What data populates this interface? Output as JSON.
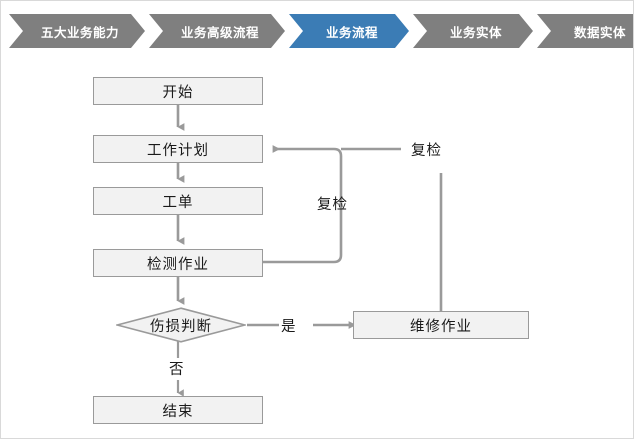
{
  "breadcrumb": {
    "items": [
      {
        "label": "五大业务能力",
        "state": "inactive"
      },
      {
        "label": "业务高级流程",
        "state": "inactive"
      },
      {
        "label": "业务流程",
        "state": "active"
      },
      {
        "label": "业务实体",
        "state": "inactive"
      },
      {
        "label": "数据实体",
        "state": "inactive"
      }
    ],
    "active_color": "#3b7cb5",
    "inactive_color": "#7f7f7f",
    "text_color": "#ffffff"
  },
  "flowchart": {
    "node_fill": "#f2f2f2",
    "node_border": "#9a9a9a",
    "connector_color": "#9a9a9a",
    "nodes": {
      "start": "开始",
      "work_plan": "工作计划",
      "work_order": "工单",
      "inspection": "检测作业",
      "damage_decision": "伤损判断",
      "repair": "维修作业",
      "end": "结束"
    },
    "edge_labels": {
      "yes": "是",
      "no": "否",
      "recheck_inner": "复检",
      "recheck_outer": "复检"
    }
  }
}
